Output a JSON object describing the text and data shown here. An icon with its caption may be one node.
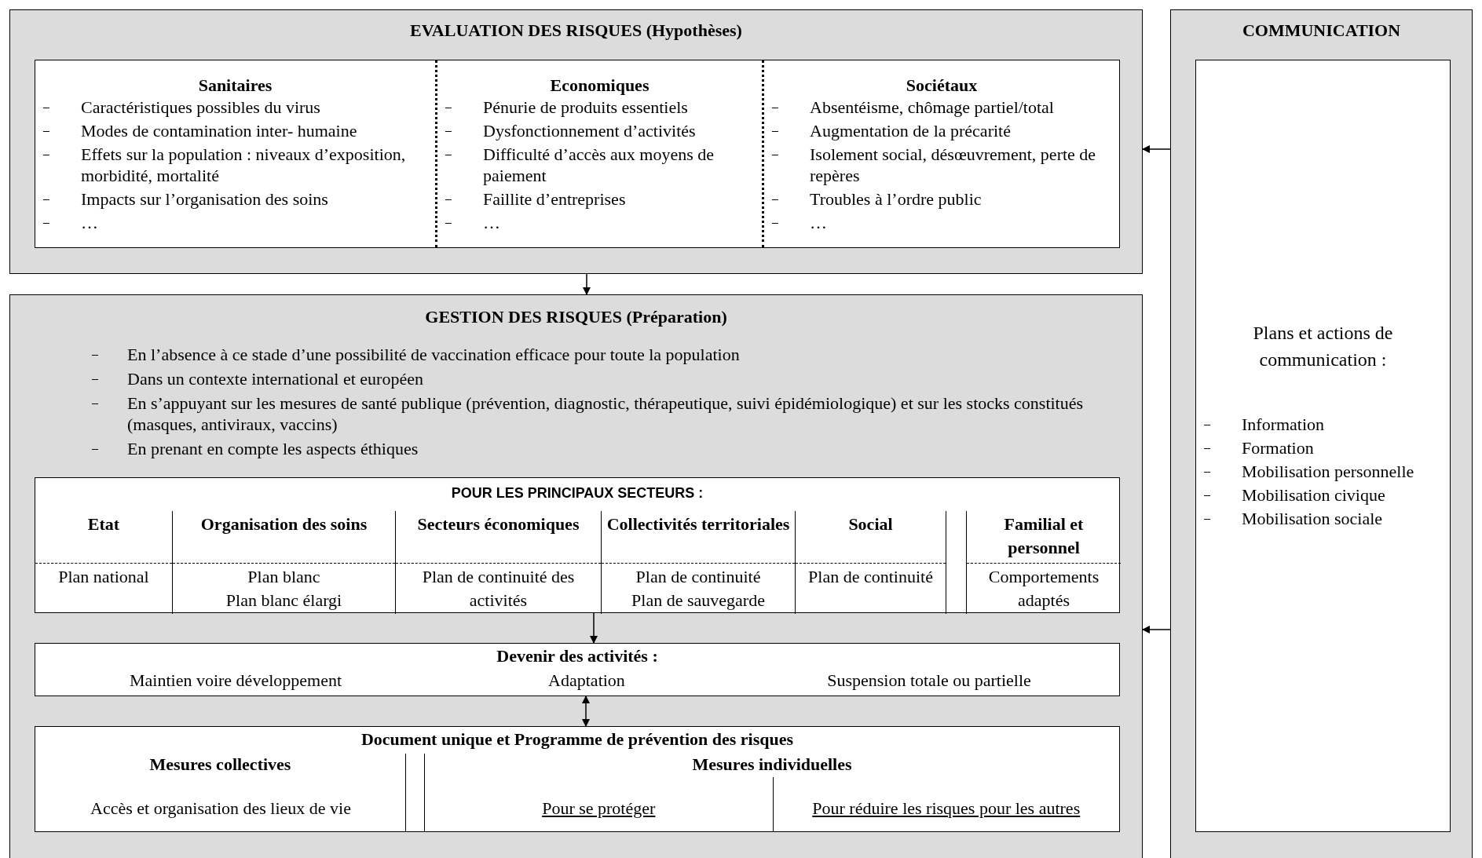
{
  "diagram": {
    "nodes": [
      {
        "text": [
          "EVALUATION DES RISQUES (Hypothèses)"
        ]
      },
      {
        "text": [
          "Sanitaires",
          "Caractéristiques possibles du virus",
          "Modes de contamination inter- humaine",
          "Effets sur la population : niveaux d’exposition, morbidité, mortalité",
          "Impacts sur l’organisation des soins",
          "…"
        ],
        "in": 0
      },
      {
        "text": [
          "Economiques",
          "Pénurie de produits essentiels",
          "Dysfonctionnement d’activités",
          "Difficulté d’accès aux moyens de paiement",
          "Faillite d’entreprises",
          "…"
        ],
        "in": 0
      },
      {
        "text": [
          "Sociétaux",
          "Absentéisme, chômage partiel/total",
          "Augmentation de la précarité",
          "Isolement social, désœuvrement, perte de repères",
          "Troubles à l’ordre public",
          "…"
        ],
        "in": 0
      },
      {
        "text": [
          "GESTION DES RISQUES (Préparation)",
          "En l’absence à ce stade d’une possibilité de vaccination efficace pour toute la population",
          "Dans un contexte international et européen",
          "En s’appuyant sur les mesures de santé publique (prévention, diagnostic, thérapeutique, suivi épidémiologique) et sur les stocks constitués (masques, antiviraux, vaccins)",
          "En prenant en compte les aspects éthiques"
        ]
      },
      {
        "text": [
          "POUR LES PRINCIPAUX SECTEURS :"
        ],
        "in": 4
      },
      {
        "text": [
          "Etat",
          "Plan national"
        ],
        "in": 5
      },
      {
        "text": [
          "Organisation des soins",
          "Plan blanc",
          "Plan blanc élargi"
        ],
        "in": 5
      },
      {
        "text": [
          "Secteurs économiques",
          "Plan de continuité des activités"
        ],
        "in": 5
      },
      {
        "text": [
          "Collectivités territoriales",
          "Plan de continuité",
          "Plan de sauvegarde"
        ],
        "in": 5
      },
      {
        "text": [
          "Social",
          "Plan de continuité"
        ],
        "in": 5
      },
      {
        "text": [
          "Familial et personnel",
          "Comportements adaptés"
        ],
        "in": 5
      },
      {
        "text": [
          "Devenir des activités :",
          "Maintien voire développement",
          "Adaptation",
          "Suspension totale ou partielle"
        ],
        "in": 4
      },
      {
        "text": [
          "Document unique et Programme de prévention des risques"
        ],
        "in": 4
      },
      {
        "text": [
          "Mesures collectives",
          "Accès et organisation des lieux de vie"
        ],
        "in": 13
      },
      {
        "text": [
          "Mesures individuelles",
          "Pour se protéger",
          "Pour réduire les risques pour les autres"
        ],
        "in": 13
      },
      {
        "text": [
          "COMMUNICATION"
        ]
      },
      {
        "text": [
          "Plans et actions de communication :",
          "Information",
          "Formation",
          "Mobilisation personnelle",
          "Mobilisation civique",
          "Mobilisation sociale"
        ],
        "in": 16
      }
    ],
    "edges": [
      {
        "from": 0,
        "to": 4,
        "arrow": "to"
      },
      {
        "from": 5,
        "to": 12,
        "arrow": "to"
      },
      {
        "from": 12,
        "to": 13,
        "arrow": "both"
      },
      {
        "from": 16,
        "to": 0,
        "arrow": "to"
      },
      {
        "from": 16,
        "to": 4,
        "arrow": "to"
      }
    ]
  }
}
